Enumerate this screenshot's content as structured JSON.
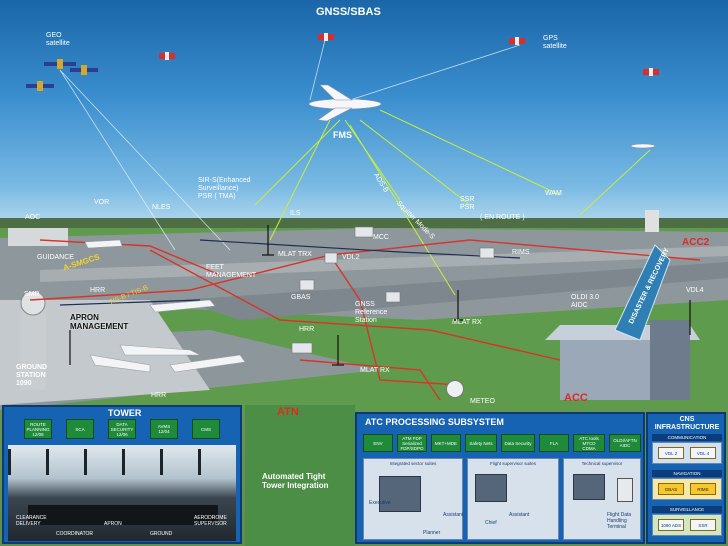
{
  "title": "GNSS/SBAS",
  "satellites": {
    "geo": "GEO\nsatellite",
    "gps": "GPS\nsatellite"
  },
  "sky_labels": {
    "fms": "FMS",
    "sir_s": "SIR-S(Enhanced\nSurveillance)\nPSR ( TMA)",
    "ads_b": "ADS-B",
    "squitter": "Squitter Mode-S",
    "ssr_psr": "SSR\nPSR",
    "en_route": "( EN ROUTE )",
    "wam": "WAM"
  },
  "ground_labels": {
    "aoc": "AOC",
    "vor": "VOR",
    "nles": "NLES",
    "ils": "ILS",
    "mcc": "MCC",
    "mlat_trx": "MLAT TRX",
    "vdl2": "VDL2",
    "rims": "RIMS",
    "guidance": "GUIDANCE",
    "a_smgcs": "A-SMGCS",
    "feet_management": "FEET\nMANAGEMENT",
    "smr": "SMR",
    "hrr": "HRR",
    "tis_b": "TIS-B / TIS-B",
    "gbas": "GBAS",
    "gnss_ref": "GNSS\nReference\nStation",
    "mlat_rx": "MLAT RX",
    "apron_management": "APRON\nMANAGEMENT",
    "ground_station": "GROUND\nSTATION\n1090",
    "oldi": "OLDI 3.0\nAIDC",
    "vdl4": "VDL4",
    "disaster": "DISASTER & RECOVERY",
    "acc2": "ACC2",
    "acc": "ACC",
    "meteo": "METEO",
    "atn": "ATN"
  },
  "tower_panel": {
    "title": "TOWER",
    "buttons": [
      "ROUTE\nPLANNING\n12/06",
      "SCA",
      "DATA\nSECURITY\n12/06",
      "AVMS\n12/04",
      "CMS"
    ],
    "people": [
      "CLEARANCE\nDELIVERY",
      "COORDINATOR",
      "APRON",
      "GROUND",
      "AERODROME\nSUPERVISOR"
    ]
  },
  "integration": {
    "text": "Automated Tight\nTower Integration"
  },
  "atc_panel": {
    "title": "ATC  PROCESSING  SUBSYSTEM",
    "modules": [
      "ENV",
      "ATM FDP\nSerialized\nFDP/SDPO",
      "MKT+MDE",
      "Safety Nets",
      "Data Security",
      "FLA",
      "ATC tools\nMTCD\nCDMA",
      "OLDI/AFTN\nAIDC"
    ],
    "suites": [
      "Integrated sector suites",
      "Flight supervisor suites",
      "Technical supervisor"
    ],
    "roles": [
      "Executive",
      "Planner",
      "Assistant",
      "Chief",
      "Assistant",
      "Flight Data\nHandling\nTerminal"
    ]
  },
  "cns_panel": {
    "title": "CNS\nINFRASTRUCTURE",
    "sections": [
      {
        "name": "COMMUNICATION",
        "items": [
          "VDL 2",
          "VDL 4"
        ]
      },
      {
        "name": "NAVIGATION",
        "items": [
          "GBAS",
          "RIMS"
        ]
      },
      {
        "name": "SURVEILLANCE",
        "items": [
          "1090 ADS",
          "SSR"
        ]
      }
    ]
  }
}
